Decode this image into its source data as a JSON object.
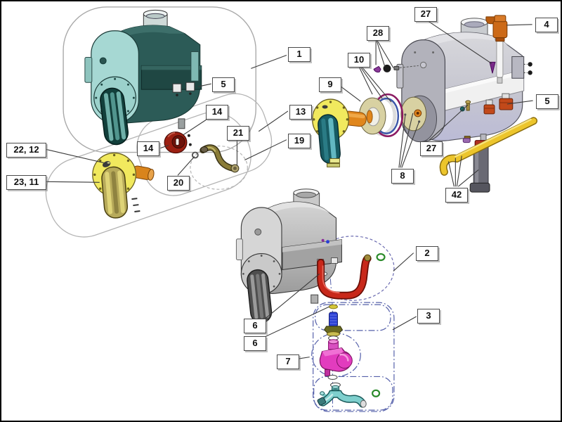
{
  "callouts": [
    {
      "text": "1"
    },
    {
      "text": "5"
    },
    {
      "text": "14"
    },
    {
      "text": "14"
    },
    {
      "text": "13"
    },
    {
      "text": "19"
    },
    {
      "text": "20"
    },
    {
      "text": "21"
    },
    {
      "text": "22, 12"
    },
    {
      "text": "23, 11"
    },
    {
      "text": "27"
    },
    {
      "text": "28"
    },
    {
      "text": "10"
    },
    {
      "text": "4"
    },
    {
      "text": "9"
    },
    {
      "text": "5"
    },
    {
      "text": "27"
    },
    {
      "text": "8"
    },
    {
      "text": "42"
    },
    {
      "text": "2"
    },
    {
      "text": "3"
    },
    {
      "text": "6"
    },
    {
      "text": "6"
    },
    {
      "text": "7"
    }
  ],
  "colors": {
    "background": "#ffffff",
    "frame_border": "#000000",
    "callout_border": "#4a4a4a",
    "teal_boiler_body": "#2c5b57",
    "teal_boiler_face": "#a6d8d3",
    "gray_boiler_right": "#c6c6d0",
    "gray_boiler_center": "#b7b7b7",
    "flange_yellow": "#f1e95e",
    "grommet_red": "#9c2012",
    "hose_red": "#c8281a",
    "pipe_yellow": "#ecc52c",
    "pipe_brass": "#8a7c38",
    "valve_pink": "#e23cbe",
    "pipe_teal": "#7ecfcd",
    "bolt_blue": "#2a3fd4",
    "air_valve_orange": "#cc6a18",
    "oring_green": "#2a8a2a",
    "oring_purple": "#8b1a62",
    "oring_blue": "#3a55a8",
    "disc_beige": "#d8d1a2",
    "group_outline_gray": "#a8a8a8",
    "group_outline_dash_blue": "#5560aa"
  }
}
